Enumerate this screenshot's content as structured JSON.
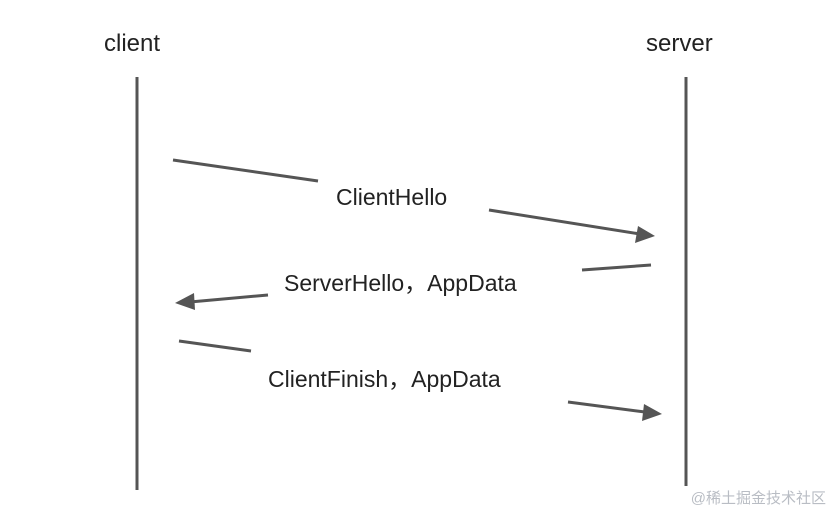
{
  "participants": {
    "client": "client",
    "server": "server"
  },
  "messages": [
    {
      "label": "ClientHello",
      "from": "client",
      "to": "server"
    },
    {
      "label": "ServerHello，AppData",
      "from": "server",
      "to": "client"
    },
    {
      "label": "ClientFinish，AppData",
      "from": "client",
      "to": "server"
    }
  ],
  "watermark": "@稀土掘金技术社区",
  "colors": {
    "line": "#555555",
    "text": "#222222",
    "watermark": "#b9bdc4"
  }
}
